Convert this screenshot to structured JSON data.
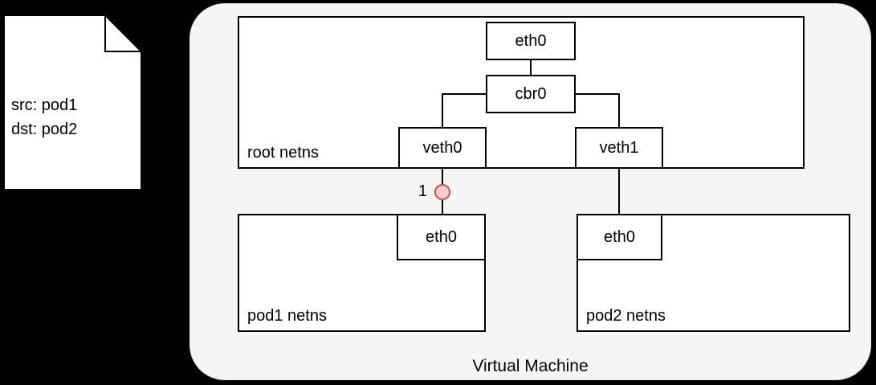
{
  "note": {
    "line1": "src: pod1",
    "line2": "dst: pod2"
  },
  "vm": {
    "label": "Virtual Machine"
  },
  "root_netns": {
    "label": "root netns",
    "eth0": "eth0",
    "cbr0": "cbr0",
    "veth0": "veth0",
    "veth1": "veth1"
  },
  "pod1_netns": {
    "label": "pod1 netns",
    "eth0": "eth0"
  },
  "pod2_netns": {
    "label": "pod2 netns",
    "eth0": "eth0"
  },
  "annotations": {
    "step_marker": "1"
  },
  "colors": {
    "background": "#000000",
    "vm_fill": "#f5f5f5",
    "box_fill": "#ffffff",
    "box_border": "#000000",
    "marker_fill": "#f8cecc",
    "marker_stroke": "#c9504c",
    "text": "#000000"
  }
}
